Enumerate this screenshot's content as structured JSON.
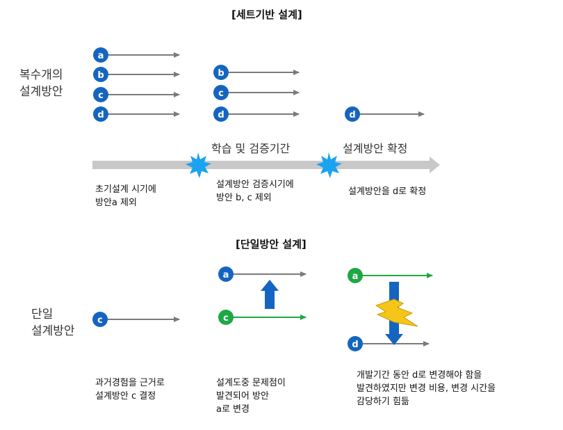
{
  "set_based": {
    "title": "[세트기반 설계]",
    "side_label": "복수개의\n설계방안",
    "col1_labels": [
      "a",
      "b",
      "c",
      "d"
    ],
    "col2_labels": [
      "b",
      "c",
      "d"
    ],
    "col3_labels": [
      "d"
    ],
    "phase_labels": [
      "학습 및 검증기간",
      "설계방안 확정"
    ],
    "notes": [
      "초기설계 시기에\n방안a 제외",
      "설계방안 검증시기에\n방안 b, c 제외",
      "설계방안을 d로 확정"
    ]
  },
  "single": {
    "title": "[단일방안 설계]",
    "side_label": "단일\n설계방안",
    "col1_label": "c",
    "col2_top": "a",
    "col2_bottom": "c",
    "col3_top": "a",
    "col3_bottom": "d",
    "notes": [
      "과거경험을 근거로\n설계방안 c 결정",
      "설계도중 문제점이\n발견되어 방안\na로 변경",
      "개발기간 동안 d로 변경해야 함을\n발견하였지만 변경 비용, 변경 시간을\n감당하기 힘듦"
    ]
  },
  "colors": {
    "blue": "#1565C0",
    "green": "#1DA843",
    "gray_arrow": "#7a7a7a",
    "timeline": "#c8c8c8",
    "burst": "#1aa3f0",
    "lightning": "#f5c518"
  }
}
